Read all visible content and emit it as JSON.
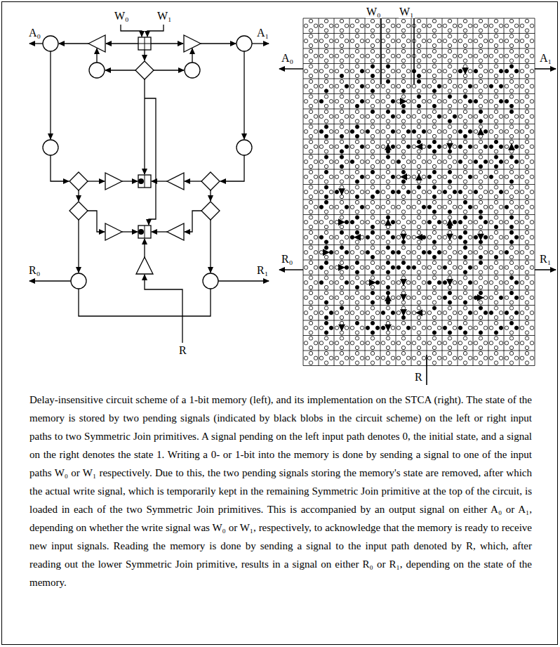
{
  "diagram": {
    "caption": "Delay-insensitive circuit scheme of a 1-bit memory (left), and its implementation on the STCA (right). The state of the memory is stored by two pending signals (indicated by black blobs in the circuit scheme) on the left or right input paths to two Symmetric Join primitives. A signal pending on the left input path denotes 0, the initial state, and a signal on the right denotes the state 1. Writing a 0- or 1-bit into the memory is done by sending a signal to one of the input paths W₀ or W₁ respectively. Due to this, the two pending signals storing the memory's state are removed, after which the actual write signal, which is temporarily kept in the remaining Symmetric Join primitive at the top of the circuit, is loaded in each of the two Symmetric Join primitives. This is accompanied by an output signal on either A₀ or A₁, depending on whether the write signal was W₀ or W₁, respectively, to acknowledge that the memory is ready to receive new input signals. Reading the memory is done by sending a signal to the input path denoted by R, which, after reading out the lower Symmetric Join primitive, results in a signal on either R₀ or R₁, depending on the state of the memory.",
    "labels": [
      "W₀",
      "W₁",
      "A₀",
      "A₁",
      "R₀",
      "R₁",
      "R",
      "W₀",
      "W₁",
      "A₀",
      "A₁",
      "R₀",
      "R₁",
      "R"
    ]
  }
}
